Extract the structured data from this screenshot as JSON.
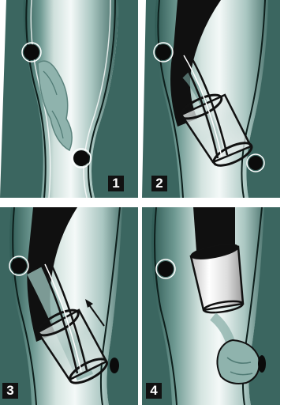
{
  "figure": {
    "panels": [
      {
        "number": "1",
        "depicts": "vessel-lumen-with-obstruction"
      },
      {
        "number": "2",
        "depicts": "catheter-capsule-deployed"
      },
      {
        "number": "3",
        "depicts": "capsule-retracting"
      },
      {
        "number": "4",
        "depicts": "obstruction-captured"
      }
    ]
  },
  "colors": {
    "vessel_dark": "#2f5a54",
    "vessel_mid": "#7aa49d",
    "vessel_light": "#e9f2f0",
    "catheter": "#101010",
    "clot": "#8fb3ad",
    "badge": "#111111"
  },
  "icons": [
    "vessel-clamp-icon",
    "direction-arrow-icon"
  ]
}
